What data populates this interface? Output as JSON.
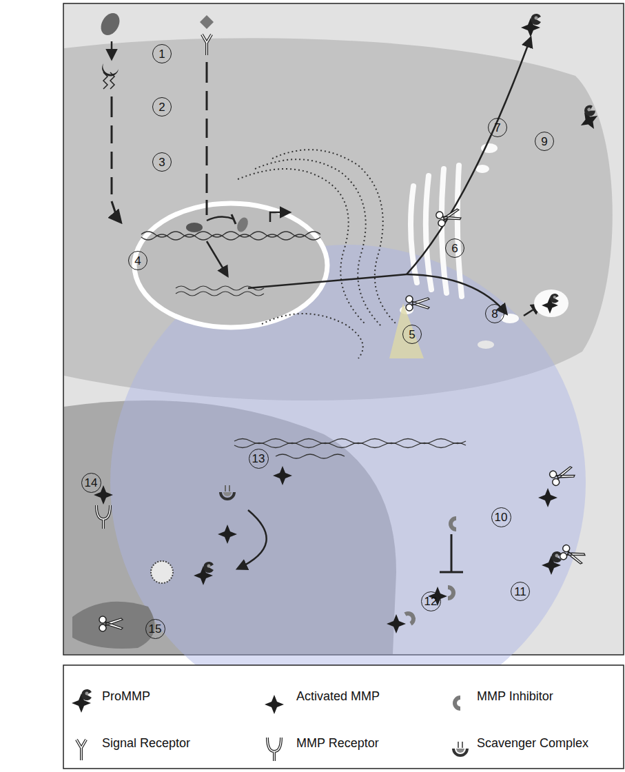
{
  "diagram": {
    "nodes": [
      {
        "text": [
          "1"
        ]
      },
      {
        "text": [
          "2"
        ]
      },
      {
        "text": [
          "3"
        ]
      },
      {
        "text": [
          "4"
        ]
      },
      {
        "text": [
          "5"
        ]
      },
      {
        "text": [
          "6"
        ]
      },
      {
        "text": [
          "7"
        ]
      },
      {
        "text": [
          "8"
        ]
      },
      {
        "text": [
          "9"
        ]
      },
      {
        "text": [
          "10"
        ]
      },
      {
        "text": [
          "11"
        ]
      },
      {
        "text": [
          "12"
        ]
      },
      {
        "text": [
          "13"
        ]
      },
      {
        "text": [
          "14"
        ]
      },
      {
        "text": [
          "15"
        ]
      }
    ],
    "legend": [
      {
        "text": "ProMMP"
      },
      {
        "text": "Activated MMP"
      },
      {
        "text": "MMP Inhibitor"
      },
      {
        "text": "Signal Receptor"
      },
      {
        "text": "MMP Receptor"
      },
      {
        "text": "Scavenger Complex"
      }
    ]
  }
}
